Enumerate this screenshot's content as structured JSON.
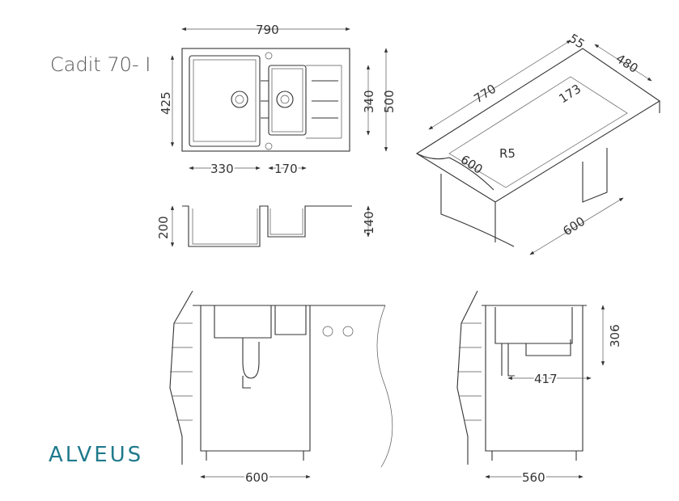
{
  "title": "Cadit 70- I",
  "logo": "ALVEUS",
  "brand_color": "#1f7a8c",
  "top_view": {
    "width": "790",
    "depth": "500",
    "bowl_depth": "425",
    "small_bowl_depth": "340",
    "bowl_width": "330",
    "small_bowl_width": "170"
  },
  "section_view": {
    "depth": "200",
    "small_depth": "140"
  },
  "iso_view": {
    "edge": "55",
    "cut_depth": "480",
    "cut_width": "770",
    "corner": "173",
    "radius": "R5",
    "front": "600",
    "cabinet": "600"
  },
  "front_view": {
    "cabinet_width": "600"
  },
  "side_view": {
    "height": "306",
    "drain_offset": "417",
    "cabinet_width": "560"
  }
}
